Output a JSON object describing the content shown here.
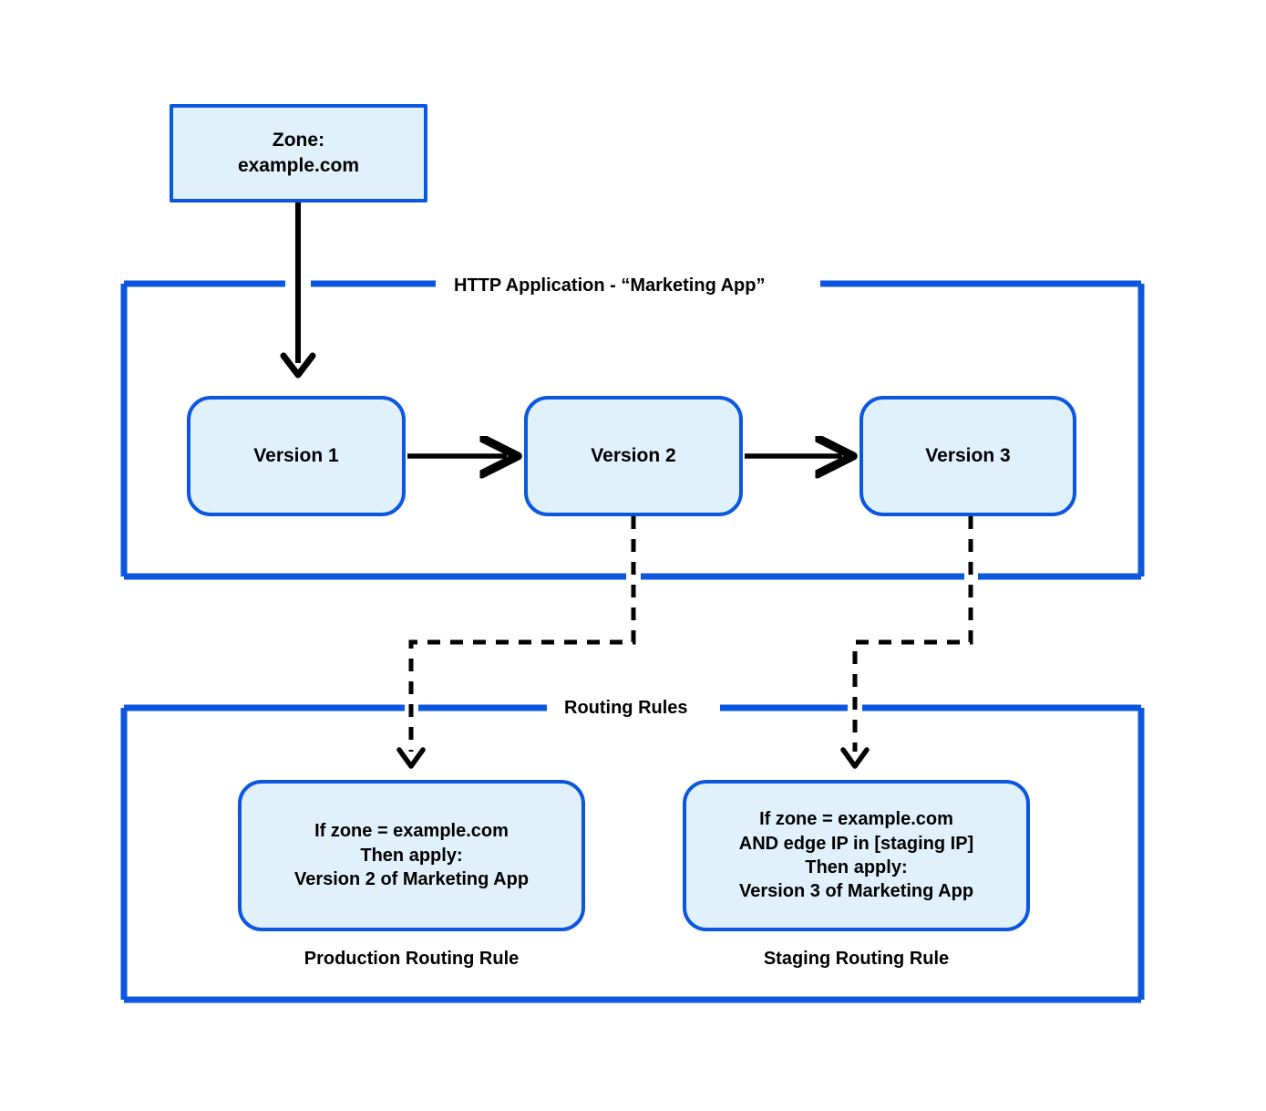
{
  "diagram": {
    "title": "Cloudflare HTTP Application versions and routing rules",
    "colors": {
      "node_fill": "#e1f1fb",
      "node_border": "#0b57e0",
      "group_border": "#0b57e0",
      "connector": "#000000",
      "background": "#ffffff"
    },
    "zone": {
      "label": "Zone:\nexample.com"
    },
    "http_application": {
      "label": "HTTP Application - “Marketing App”",
      "versions": [
        {
          "label": "Version 1"
        },
        {
          "label": "Version 2"
        },
        {
          "label": "Version 3"
        }
      ]
    },
    "routing_rules": {
      "label": "Routing Rules",
      "rules": [
        {
          "body": "If zone = example.com\nThen apply:\nVersion 2 of Marketing App",
          "caption": "Production Routing Rule"
        },
        {
          "body": "If zone = example.com\nAND edge IP in [staging IP]\nThen apply:\nVersion 3 of Marketing App",
          "caption": "Staging Routing Rule"
        }
      ]
    },
    "connectors": [
      {
        "from": "Zone: example.com",
        "to": "Version 1",
        "style": "solid-arrow"
      },
      {
        "from": "Version 1",
        "to": "Version 2",
        "style": "solid-arrow"
      },
      {
        "from": "Version 2",
        "to": "Version 3",
        "style": "solid-arrow"
      },
      {
        "from": "Version 2",
        "to": "Production Routing Rule",
        "style": "dashed-arrow"
      },
      {
        "from": "Version 3",
        "to": "Staging Routing Rule",
        "style": "dashed-arrow"
      }
    ]
  }
}
